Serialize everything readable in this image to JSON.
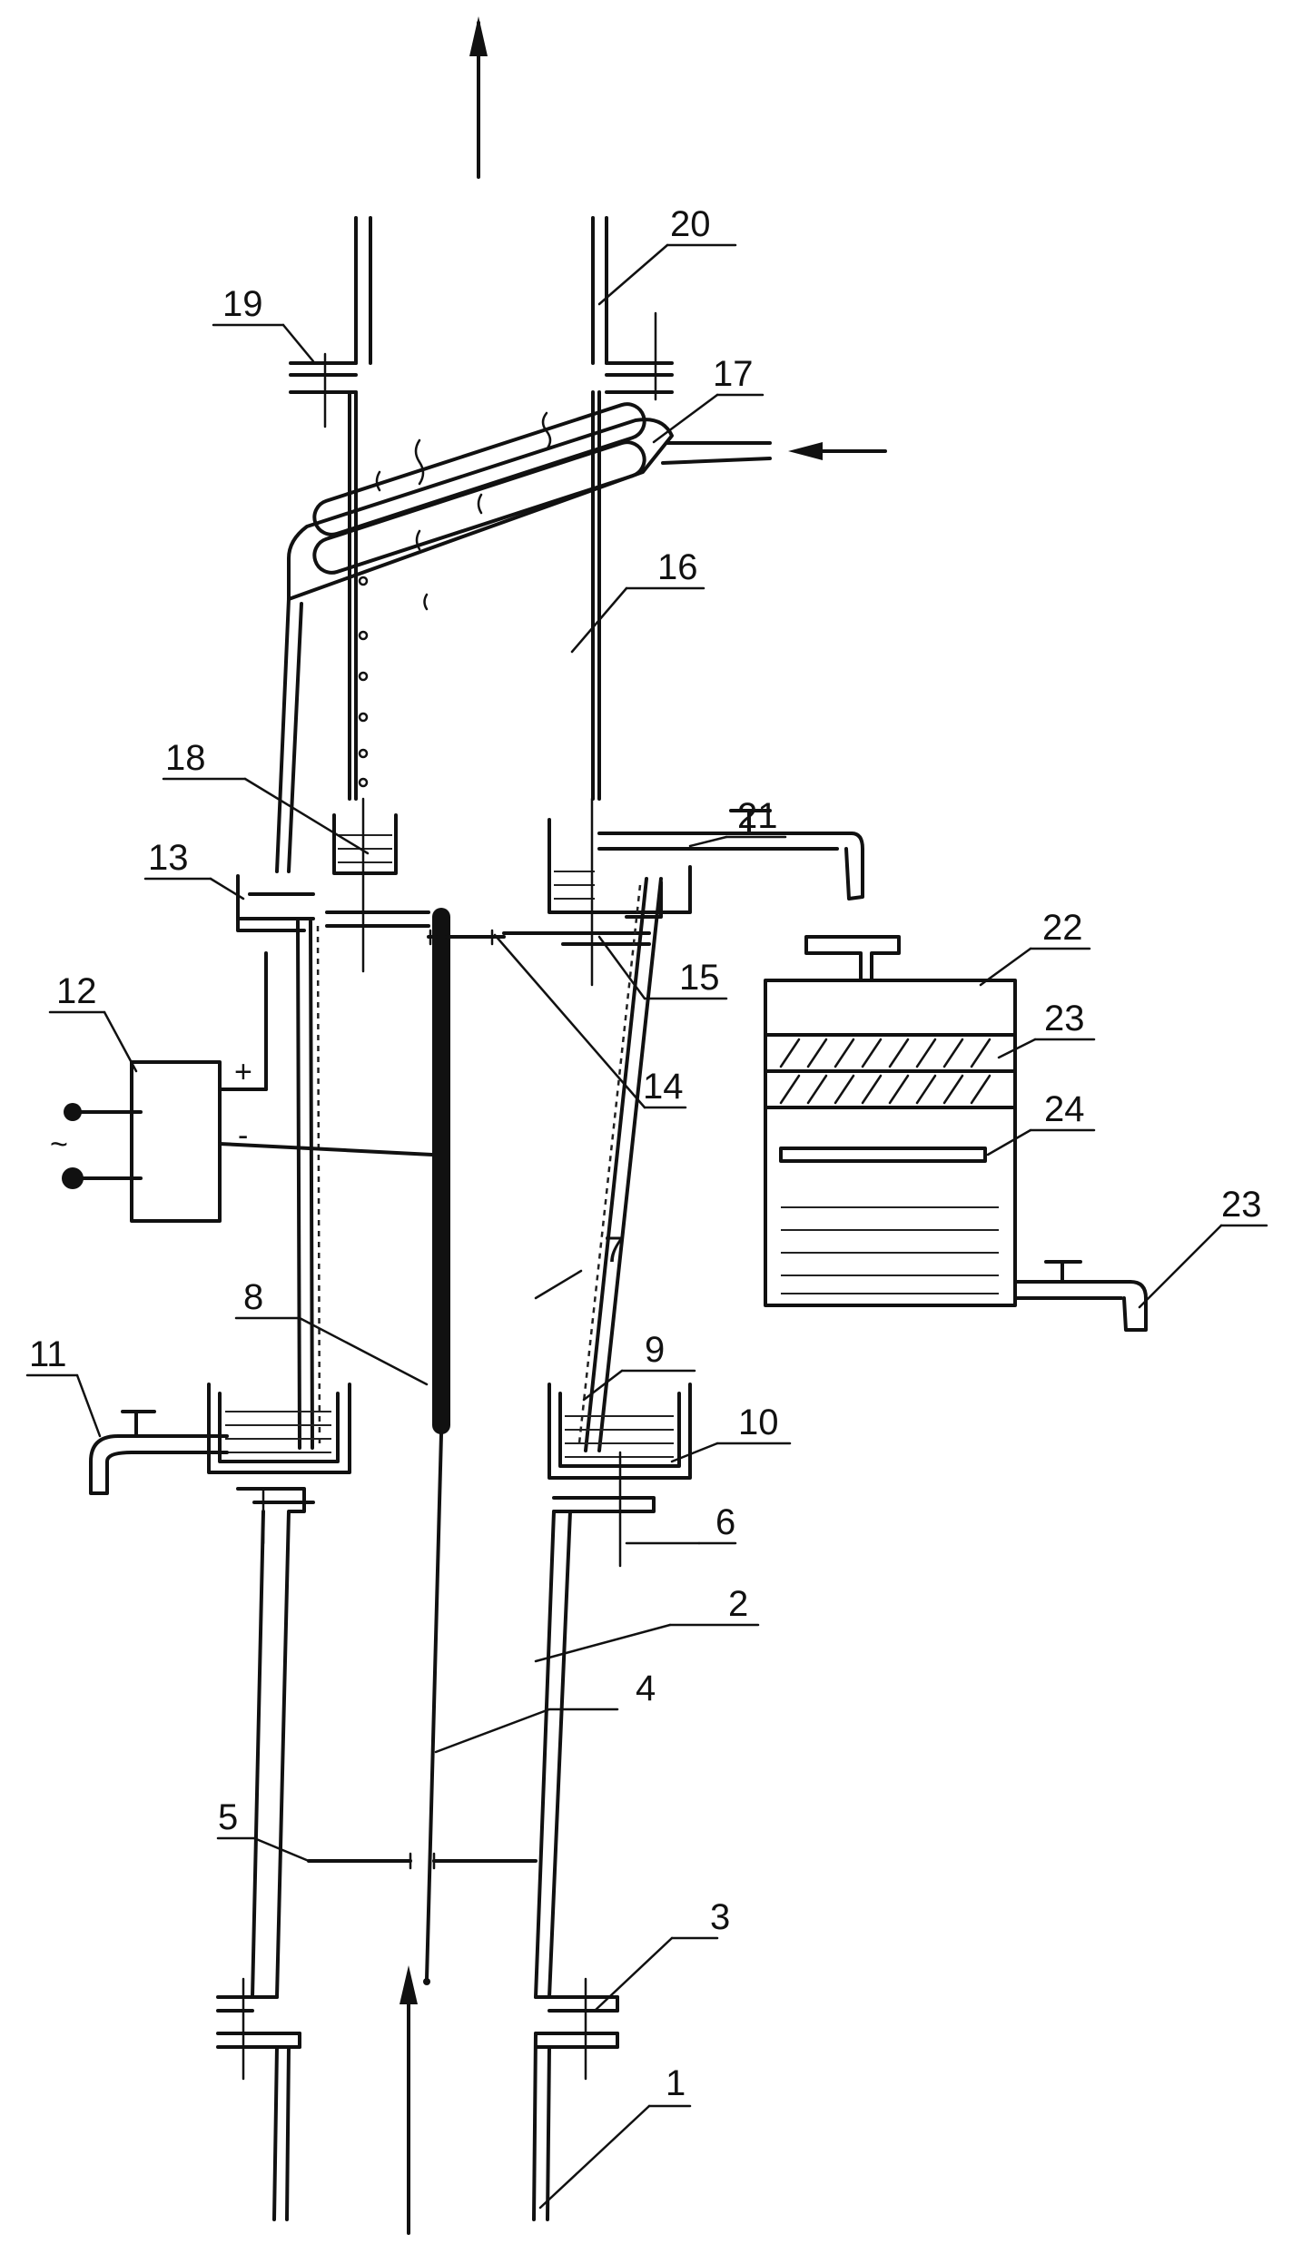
{
  "labels": {
    "l1": "1",
    "l2": "2",
    "l3": "3",
    "l4": "4",
    "l5": "5",
    "l6": "6",
    "l7": "7",
    "l8": "8",
    "l9": "9",
    "l10": "10",
    "l11": "11",
    "l12": "12",
    "l13": "13",
    "l14": "14",
    "l15": "15",
    "l16": "16",
    "l17": "17",
    "l18": "18",
    "l19": "19",
    "l20": "20",
    "l21": "21",
    "l22": "22",
    "l23a": "23",
    "l23b": "23",
    "l24": "24"
  },
  "symbols": {
    "plus": "+",
    "minus": "-",
    "ac": "~"
  }
}
